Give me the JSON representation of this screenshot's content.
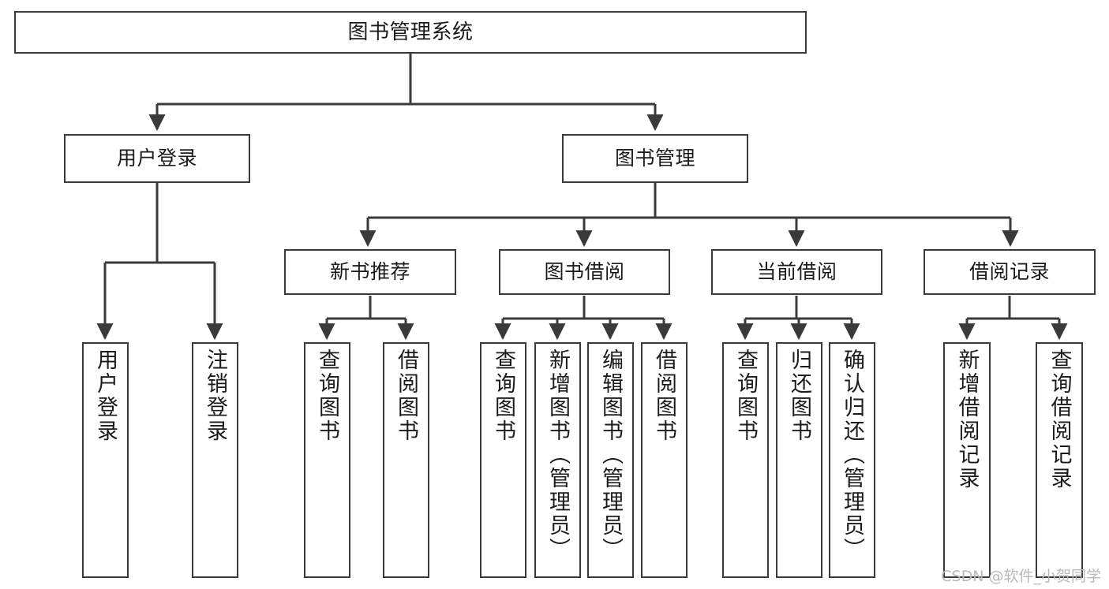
{
  "diagram": {
    "type": "tree-hierarchy",
    "title": "图书管理系统",
    "watermark": "CSDN @软件_小贺同学",
    "colors": {
      "stroke": "#3a3a3a",
      "background": "#ffffff",
      "text": "#1b1b1b",
      "watermark": "#b9b9b9"
    },
    "nodes": {
      "root": {
        "label": "图书管理系统"
      },
      "level1": [
        {
          "id": "user-login",
          "label": "用户登录"
        },
        {
          "id": "book-manage",
          "label": "图书管理"
        }
      ],
      "level2": [
        {
          "id": "new-book-recommend",
          "label": "新书推荐"
        },
        {
          "id": "book-borrow",
          "label": "图书借阅"
        },
        {
          "id": "current-borrow",
          "label": "当前借阅"
        },
        {
          "id": "borrow-record",
          "label": "借阅记录"
        }
      ],
      "leaves": {
        "user-login": [
          {
            "id": "leaf-user-login",
            "label": "用户登录"
          },
          {
            "id": "leaf-user-logout",
            "label": "注销登录"
          }
        ],
        "new-book-recommend": [
          {
            "id": "leaf-query-book-1",
            "label": "查询图书"
          },
          {
            "id": "leaf-borrow-book-1",
            "label": "借阅图书"
          }
        ],
        "book-borrow": [
          {
            "id": "leaf-query-book-2",
            "label": "查询图书"
          },
          {
            "id": "leaf-add-book",
            "label": "新增图书（管理员）"
          },
          {
            "id": "leaf-edit-book",
            "label": "编辑图书（管理员）"
          },
          {
            "id": "leaf-borrow-book-2",
            "label": "借阅图书"
          }
        ],
        "current-borrow": [
          {
            "id": "leaf-query-book-3",
            "label": "查询图书"
          },
          {
            "id": "leaf-return-book",
            "label": "归还图书"
          },
          {
            "id": "leaf-confirm-return",
            "label": "确认归还（管理员）"
          }
        ],
        "borrow-record": [
          {
            "id": "leaf-add-record",
            "label": "新增借阅记录"
          },
          {
            "id": "leaf-query-record",
            "label": "查询借阅记录"
          }
        ]
      }
    }
  }
}
